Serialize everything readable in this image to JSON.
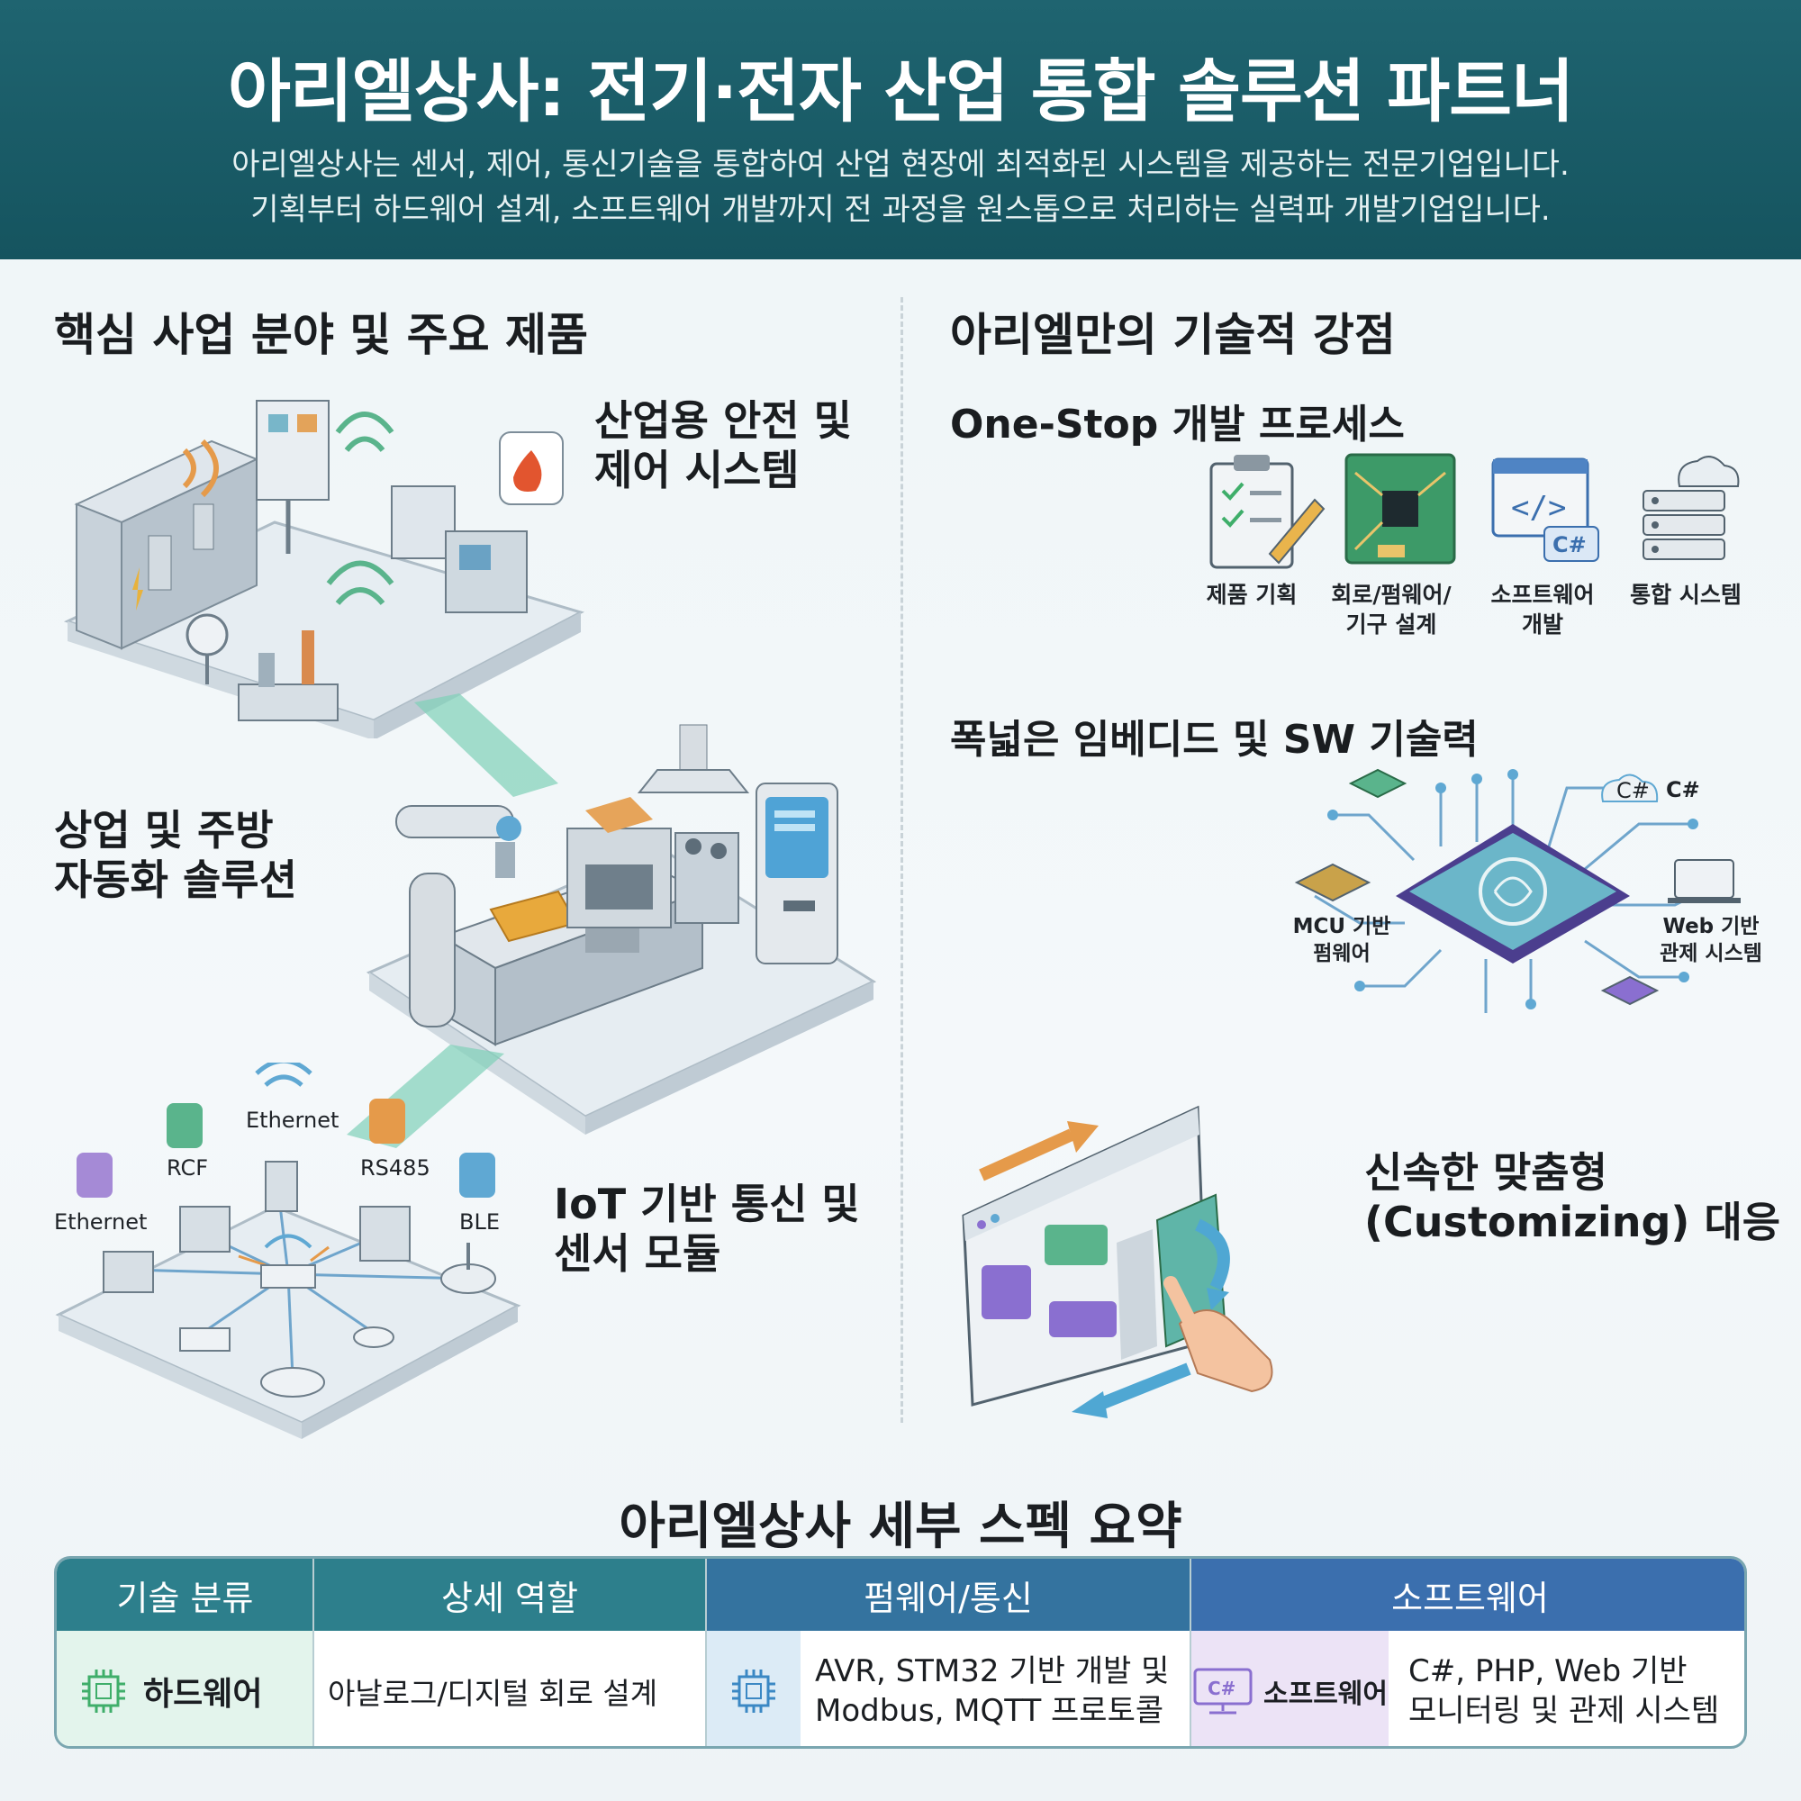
{
  "header": {
    "title": "아리엘상사: 전기·전자 산업 통합 솔루션 파트너",
    "desc_line1": "아리엘상사는 센서, 제어, 통신기술을 통합하여 산업 현장에 최적화된 시스템을 제공하는 전문기업입니다.",
    "desc_line2": "기획부터 하드웨어 설계, 소프트웨어 개발까지 전 과정을 원스톱으로 처리하는 실력파 개발기업입니다."
  },
  "left": {
    "title": "핵심 사업 분야 및 주요 제품",
    "item1_line1": "산업용 안전 및",
    "item1_line2": "제어 시스템",
    "item2_line1": "상업 및 주방",
    "item2_line2": "자동화 솔루션",
    "item3_line1": "IoT 기반 통신 및",
    "item3_line2": "센서 모듈",
    "iot_labels": [
      "Ethernet",
      "RCF",
      "RS485",
      "Ethernet",
      "BLE"
    ]
  },
  "right": {
    "title": "아리엘만의 기술적 강점",
    "onestop_title": "One-Stop 개발 프로세스",
    "steps": [
      {
        "line1": "제품 기획",
        "line2": ""
      },
      {
        "line1": "회로/펌웨어/",
        "line2": "기구 설계"
      },
      {
        "line1": "소프트웨어",
        "line2": "개발"
      },
      {
        "line1": "통합 시스템",
        "line2": ""
      }
    ],
    "code_badge": "C#",
    "embedded_title": "폭넓은 임베디드 및 SW 기술력",
    "embedded_labels": {
      "cloud": "C#",
      "mcu_line1": "MCU 기반",
      "mcu_line2": "펌웨어",
      "web_line1": "Web 기반",
      "web_line2": "관제 시스템"
    },
    "custom_line1": "신속한 맞춤형",
    "custom_line2": "(Customizing) 대응"
  },
  "table": {
    "title": "아리엘상사 세부 스펙 요약",
    "headers": [
      "기술 분류",
      "상세 역할",
      "펌웨어/통신",
      "소프트웨어"
    ],
    "hw_label": "하드웨어",
    "hw_detail": "아날로그/디지털 회로 설계",
    "fw_line1": "AVR, STM32 기반 개발 및",
    "fw_line2": "Modbus, MQTT 프로토콜",
    "sw_label": "소프트웨어",
    "sw_icon_text": "C#",
    "sw_line1": "C#, PHP, Web 기반",
    "sw_line2": "모니터링 및 관제 시스템"
  },
  "colors": {
    "header": "#1f6470",
    "th_teal": "#2d7f8c",
    "th_blue": "#3b6fae",
    "hw_bg": "#e3f4ec",
    "fw_bg": "#dcebf6",
    "sw_bg": "#ece3f6"
  }
}
